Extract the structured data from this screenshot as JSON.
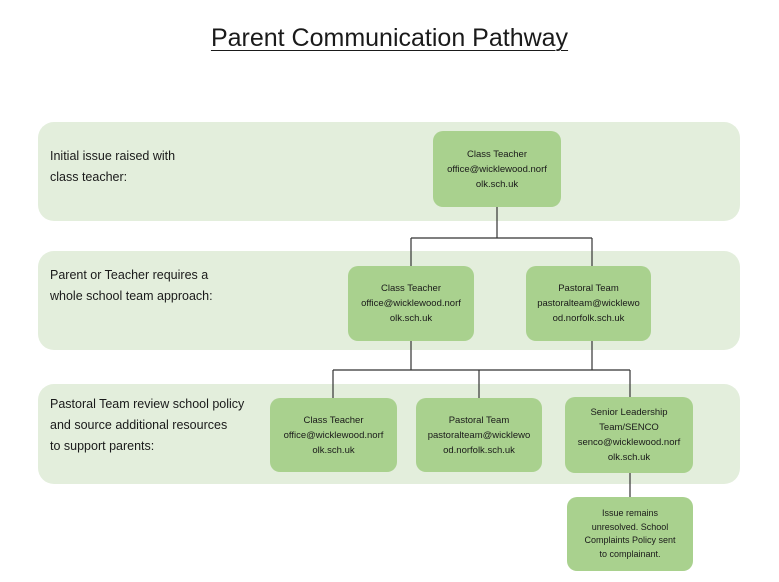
{
  "title": "Parent Communication Pathway",
  "rows": [
    {
      "label": "Initial issue raised with\nclass teacher:"
    },
    {
      "label": "Parent or Teacher requires a\nwhole school team approach:"
    },
    {
      "label": "Pastoral Team review school policy\nand source additional resources\nto support parents:"
    }
  ],
  "nodes": {
    "r1_teacher": "Class Teacher\noffice@wicklewood.norf\nolk.sch.uk",
    "r2_teacher": "Class Teacher\noffice@wicklewood.norf\nolk.sch.uk",
    "r2_pastoral": "Pastoral Team\npastoralteam@wicklewo\nod.norfolk.sch.uk",
    "r3_teacher": "Class Teacher\noffice@wicklewood.norf\nolk.sch.uk",
    "r3_pastoral": "Pastoral Team\npastoralteam@wicklewo\nod.norfolk.sch.uk",
    "r3_senco": "Senior Leadership\nTeam/SENCO\nsenco@wicklewood.norf\nolk.sch.uk",
    "unresolved": "Issue remains\nunresolved. School\nComplaints Policy sent\nto complainant."
  },
  "colors": {
    "band": "#e3eedc",
    "box": "#a9d18e",
    "line": "#333333"
  }
}
